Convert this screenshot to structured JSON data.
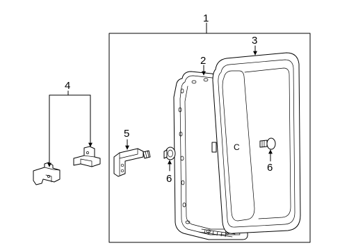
{
  "callouts": {
    "c1": "1",
    "c2": "2",
    "c3": "3",
    "c4": "4",
    "c5": "5",
    "c6_left": "6",
    "c6_right": "6"
  },
  "glass_mark": "C",
  "icons": {
    "part_1": "window-assembly-box",
    "part_2": "window-frame-seal",
    "part_3": "sliding-glass-panel",
    "part_4": "hinge-bracket-pair",
    "part_5": "hinge",
    "part_6": "fastener-bumper"
  }
}
